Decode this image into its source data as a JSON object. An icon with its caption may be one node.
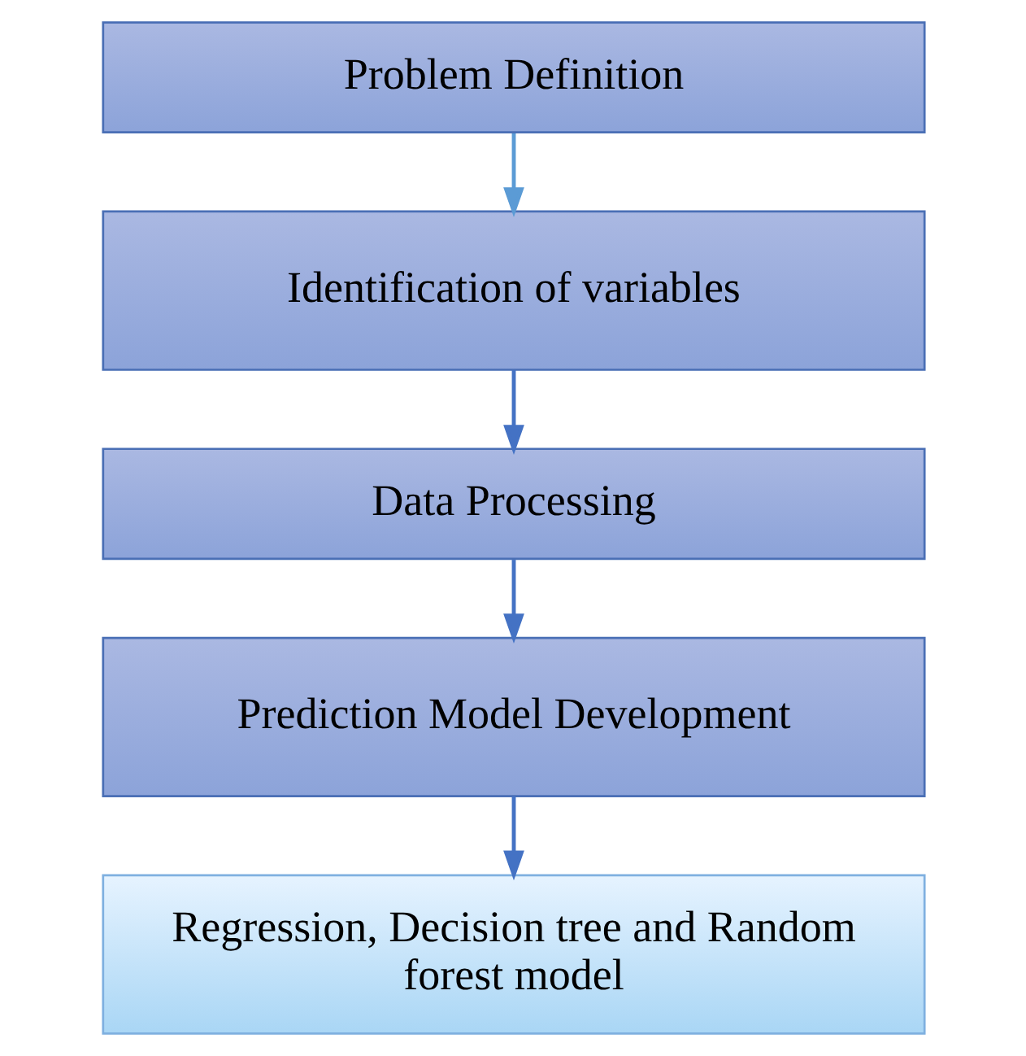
{
  "diagram": {
    "nodes": [
      {
        "text": [
          "Problem Definition"
        ]
      },
      {
        "text": [
          "Identification of variables"
        ]
      },
      {
        "text": [
          "Data Processing"
        ]
      },
      {
        "text": [
          "Prediction Model Development"
        ]
      },
      {
        "text": [
          "Regression, Decision tree and Random forest model"
        ]
      }
    ],
    "edges": [
      {
        "from": 0,
        "to": 1,
        "arrow": "to",
        "color": "#5b9bd5"
      },
      {
        "from": 1,
        "to": 2,
        "arrow": "to"
      },
      {
        "from": 2,
        "to": 3,
        "arrow": "to"
      },
      {
        "from": 3,
        "to": 4,
        "arrow": "to"
      }
    ]
  }
}
